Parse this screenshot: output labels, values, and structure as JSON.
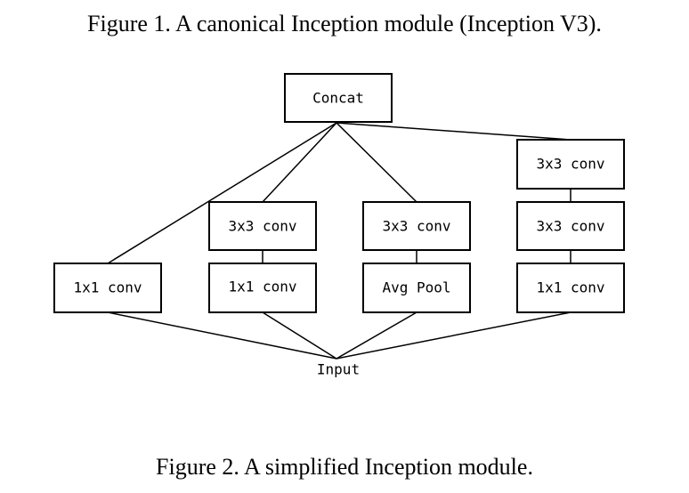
{
  "captions": {
    "top": "Figure 1. A canonical Inception module (Inception V3).",
    "bottom": "Figure 2. A simplified Inception module."
  },
  "diagram": {
    "concat": "Concat",
    "input": "Input",
    "branch1": {
      "conv1x1": "1x1 conv"
    },
    "branch2": {
      "conv3x3": "3x3 conv",
      "conv1x1": "1x1 conv"
    },
    "branch3": {
      "conv3x3": "3x3 conv",
      "avg_pool": "Avg Pool"
    },
    "branch4": {
      "conv3x3_top": "3x3 conv",
      "conv3x3_mid": "3x3 conv",
      "conv1x1": "1x1 conv"
    }
  }
}
